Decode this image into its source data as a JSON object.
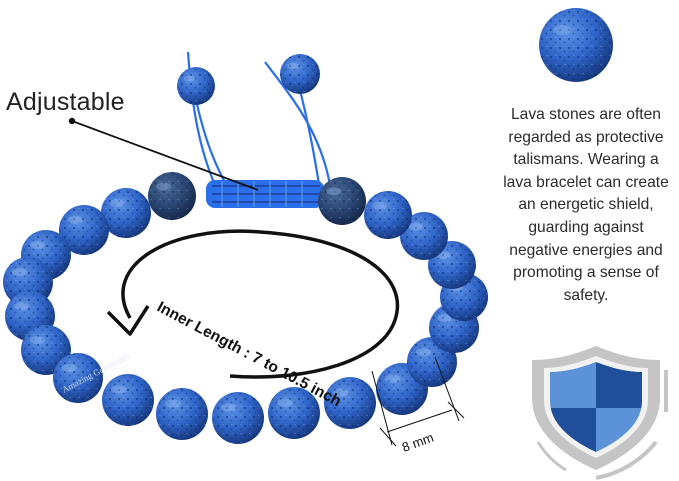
{
  "labels": {
    "adjustable": "Adjustable",
    "inner_length": "Inner Length : 7 to 10.5 inch",
    "bead_size": "8 mm",
    "watermark": "Amazing Gemstones"
  },
  "description": {
    "lines": [
      "Lava stones are often",
      "regarded as protective",
      "talismans. Wearing a",
      "lava bracelet can create",
      "an energetic shield,",
      "guarding against",
      "negative energies and",
      "promoting a sense of",
      "safety."
    ]
  },
  "icons": {
    "loose_bead": "lava-bead-icon",
    "shield": "shield-icon"
  },
  "colors": {
    "bead": "#2f64c8",
    "cord": "#2a6ee8",
    "shield_dark": "#1f4f9a",
    "shield_light": "#5c93d8",
    "shield_rim": "#c5c5c5"
  }
}
